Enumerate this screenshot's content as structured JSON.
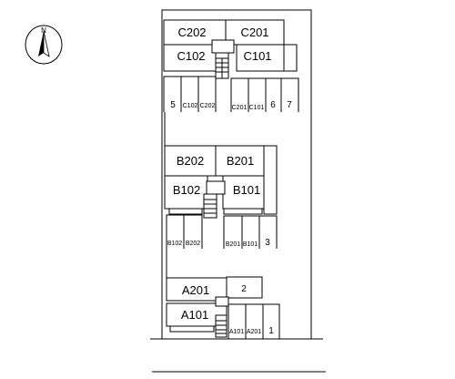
{
  "compass": {
    "icon": "north-arrow-icon",
    "label": "N"
  },
  "buildings": {
    "c": {
      "units": [
        "C202",
        "C201",
        "C102",
        "C101"
      ],
      "spaces": [
        "5",
        "C102",
        "C202",
        "C201",
        "C101",
        "6",
        "7"
      ]
    },
    "b": {
      "units": [
        "B202",
        "B201",
        "B102",
        "B101"
      ],
      "spaces": [
        "B102",
        "B202",
        "B201",
        "B101",
        "3"
      ]
    },
    "a": {
      "units": [
        "A201",
        "2",
        "A101"
      ],
      "spaces": [
        "A101",
        "A201",
        "1"
      ]
    }
  }
}
